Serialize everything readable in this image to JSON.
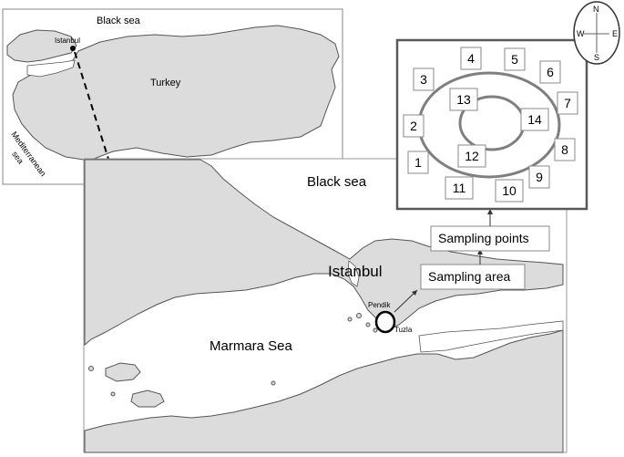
{
  "inset_map": {
    "labels": {
      "black_sea": "Black sea",
      "istanbul": "Istanbul",
      "turkey": "Turkey",
      "mediterranean_line1": "Mediterranean",
      "mediterranean_line2": "sea"
    }
  },
  "main_map": {
    "labels": {
      "black_sea": "Black sea",
      "istanbul": "Istanbul",
      "marmara_sea": "Marmara Sea",
      "pendik": "Pendik",
      "tuzla": "Tuzla"
    }
  },
  "callouts": {
    "sampling_points": "Sampling points",
    "sampling_area": "Sampling area"
  },
  "sampling_diagram": {
    "points": [
      "1",
      "2",
      "3",
      "4",
      "5",
      "6",
      "7",
      "8",
      "9",
      "10",
      "11",
      "12",
      "13",
      "14"
    ]
  },
  "compass": {
    "north": "N",
    "east": "E",
    "south": "S",
    "west": "W"
  },
  "colors": {
    "land": "#dcdcdc",
    "sea": "#ffffff",
    "outline": "#555555",
    "box_border": "#595959"
  }
}
